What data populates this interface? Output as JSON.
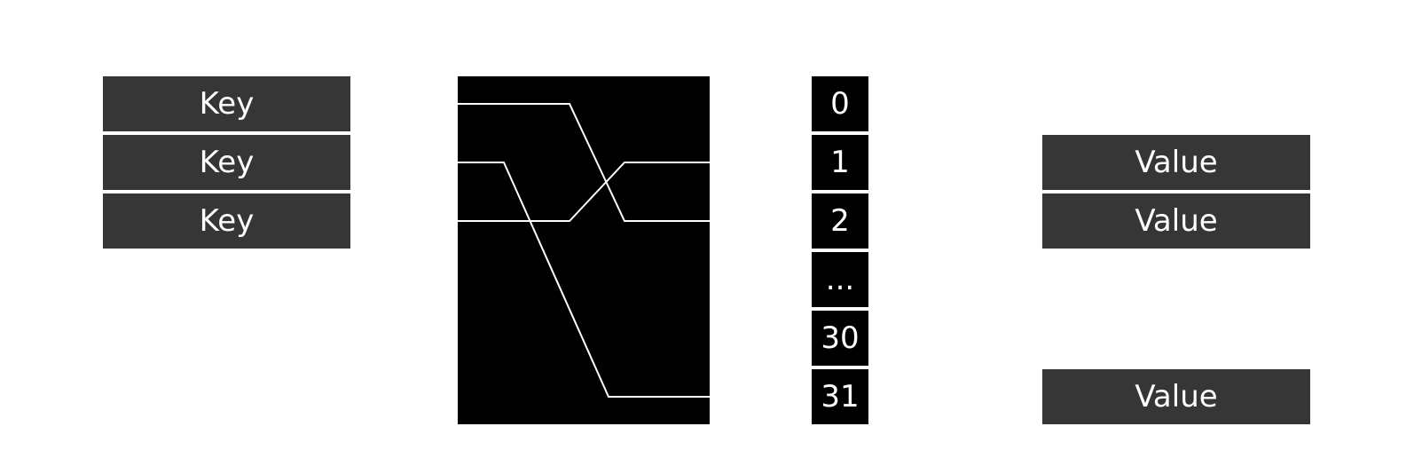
{
  "keys": [
    {
      "label": "Key"
    },
    {
      "label": "Key"
    },
    {
      "label": "Key"
    }
  ],
  "buckets": [
    {
      "label": "0"
    },
    {
      "label": "1"
    },
    {
      "label": "2"
    },
    {
      "label": "..."
    },
    {
      "label": "30"
    },
    {
      "label": "31"
    }
  ],
  "values": [
    {
      "label": "Value",
      "bucket_index": 1
    },
    {
      "label": "Value",
      "bucket_index": 2
    },
    {
      "label": "Value",
      "bucket_index": 5
    }
  ],
  "mappings": [
    {
      "key_index": 0,
      "bucket_index": 2
    },
    {
      "key_index": 1,
      "bucket_index": 5
    },
    {
      "key_index": 2,
      "bucket_index": 1
    }
  ],
  "colors": {
    "key_fill": "#363636",
    "value_fill": "#363636",
    "bucket_fill": "#000000",
    "hash_fill": "#000000",
    "line": "#ffffff",
    "text": "#ffffff"
  }
}
